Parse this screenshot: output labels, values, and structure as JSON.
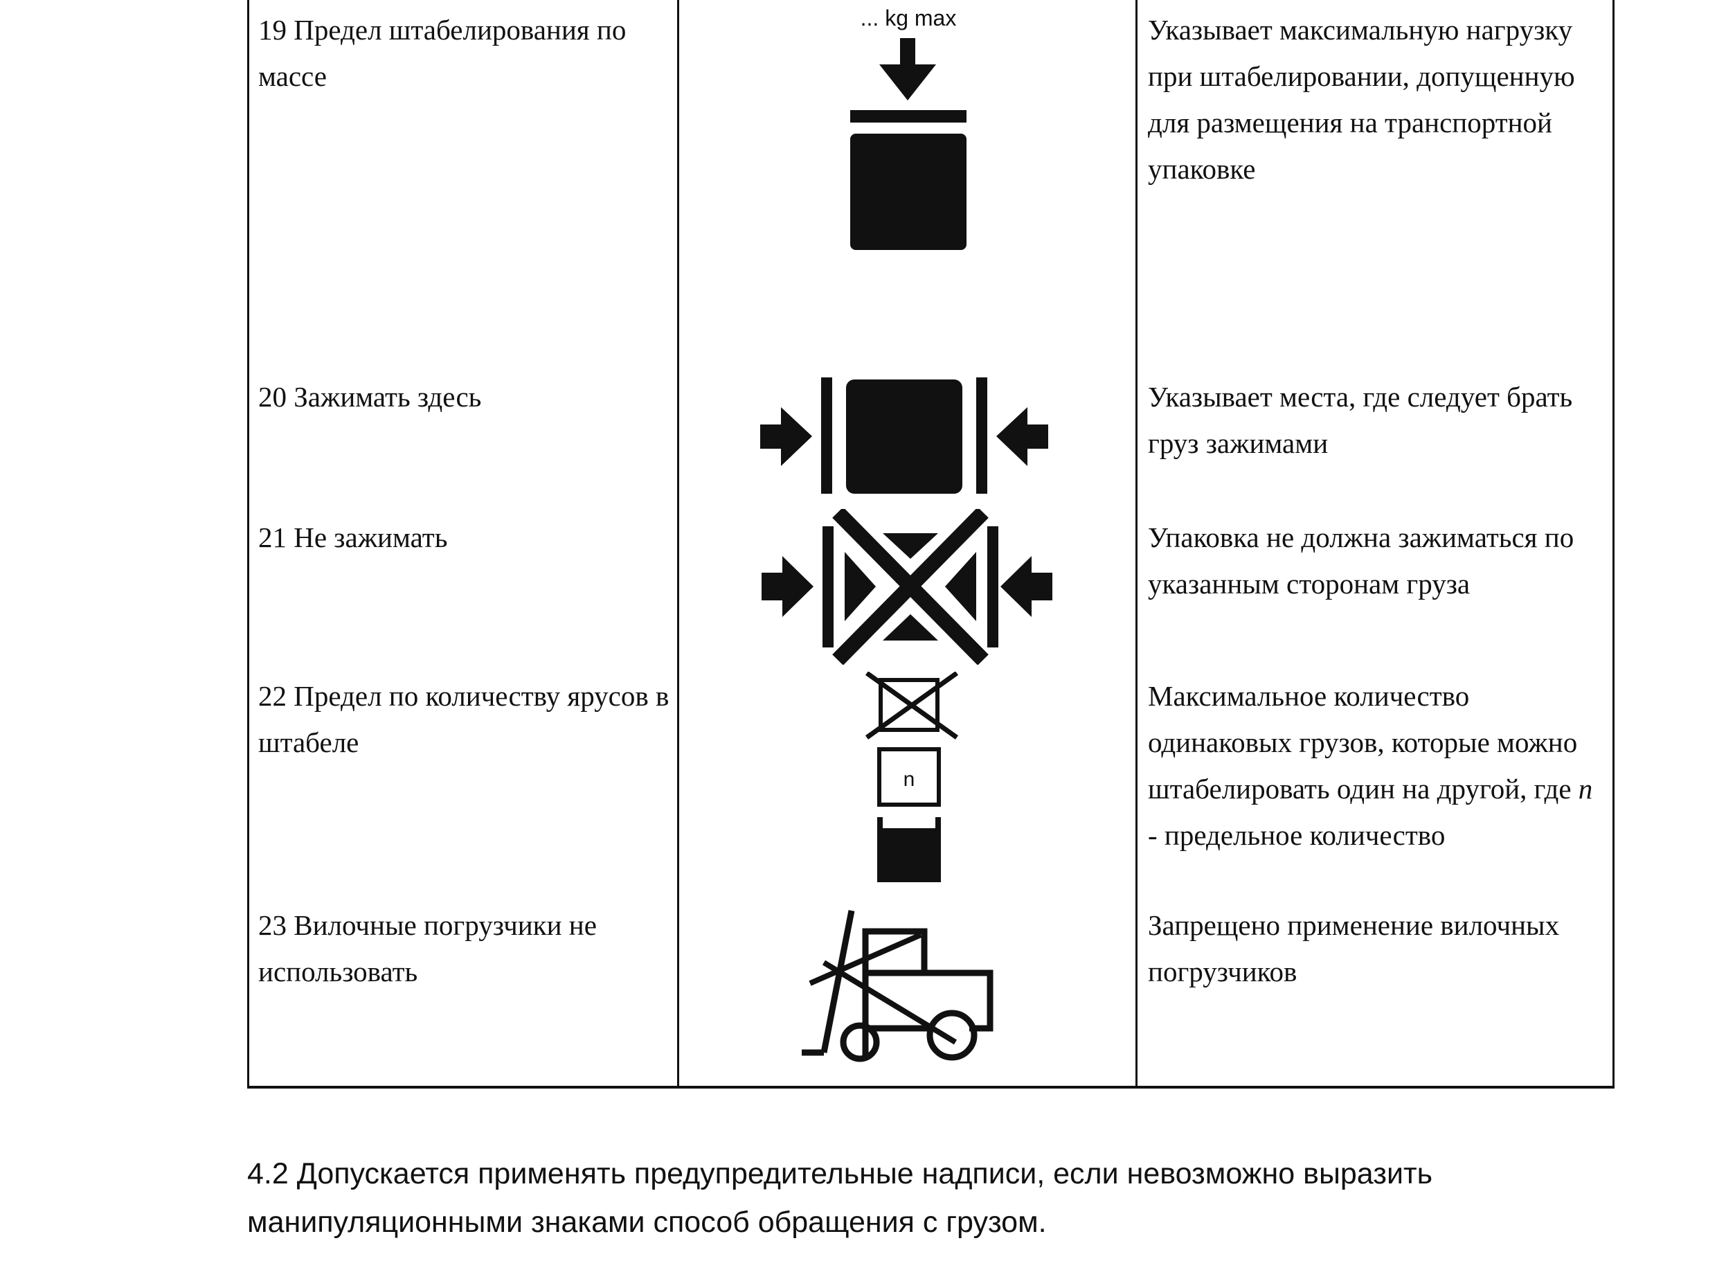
{
  "rows": [
    {
      "name": "19 Предел штабелирования по массе",
      "symbol_text": "... kg max",
      "description": "Указывает максимальную нагрузку при штабелировании, допущенную для размещения на транспортной упаковке"
    },
    {
      "name": "20 Зажимать здесь",
      "description": "Указывает места, где следует брать груз зажимами"
    },
    {
      "name": "21 Не зажимать",
      "description": "Упаковка не должна зажиматься по указанным сторонам груза"
    },
    {
      "name": "22 Предел по количеству ярусов в штабеле",
      "symbol_text": "n",
      "description_pre": "Максимальное количество одинаковых грузов, которые можно штабелировать один на другой, где ",
      "description_var": "n",
      "description_post": " - предельное количество"
    },
    {
      "name": "23 Вилочные погрузчики не использовать",
      "description": "Запрещено применение вилочных погрузчиков"
    }
  ],
  "paragraph": "4.2 Допускается применять предупредительные надписи, если невозможно выразить манипуляционными знаками способ обращения с грузом."
}
